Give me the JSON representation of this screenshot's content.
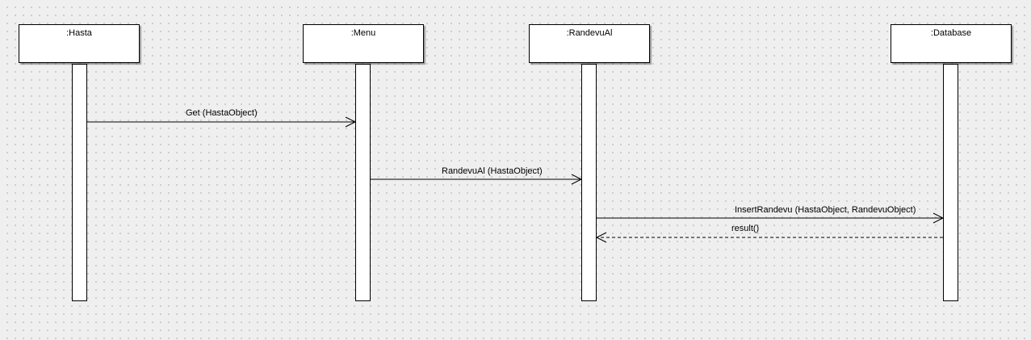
{
  "participants": [
    {
      "id": "hasta",
      "label": ":Hasta"
    },
    {
      "id": "menu",
      "label": ":Menu"
    },
    {
      "id": "randevual",
      "label": ":RandevuAl"
    },
    {
      "id": "database",
      "label": ":Database"
    }
  ],
  "messages": [
    {
      "label": "Get (HastaObject)",
      "from": "hasta",
      "to": "menu",
      "kind": "sync"
    },
    {
      "label": "RandevuAl (HastaObject)",
      "from": "menu",
      "to": "randevual",
      "kind": "sync"
    },
    {
      "label": "InsertRandevu (HastaObject, RandevuObject)",
      "from": "randevual",
      "to": "database",
      "kind": "sync"
    },
    {
      "label": "result()",
      "from": "database",
      "to": "randevual",
      "kind": "return"
    }
  ],
  "colors": {
    "background": "#efefef",
    "line": "#000000",
    "box": "#ffffff"
  }
}
